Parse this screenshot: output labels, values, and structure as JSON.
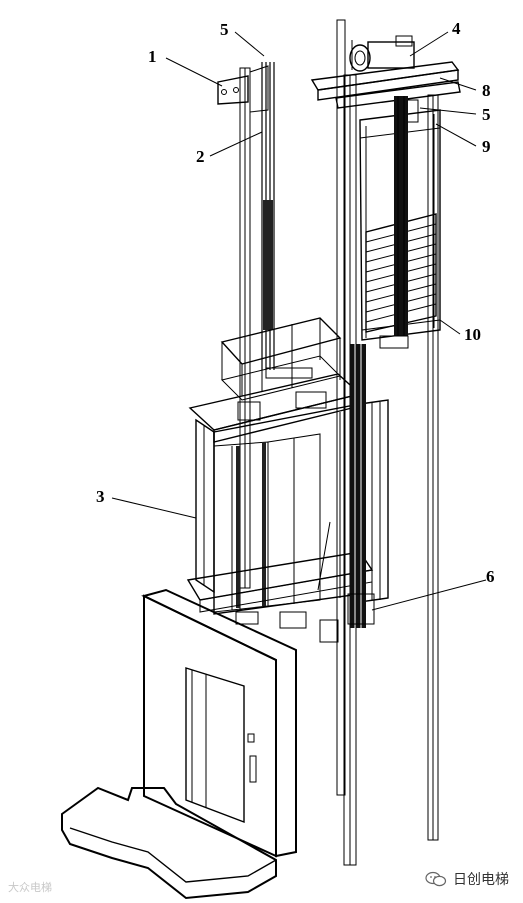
{
  "labels": {
    "l1": "1",
    "l2": "2",
    "l3": "3",
    "l4": "4",
    "l5a": "5",
    "l5b": "5",
    "l6": "6",
    "l8": "8",
    "l9": "9",
    "l10": "10"
  },
  "watermark": {
    "brand": "日创电梯",
    "left_text": "大众电梯",
    "icon": "wechat-icon"
  }
}
